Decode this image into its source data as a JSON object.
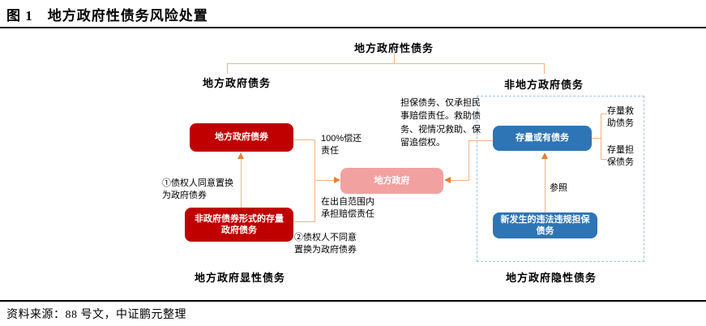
{
  "figure": {
    "title": "图 1　地方政府性债务风险处置",
    "source": "资料来源：88 号文，中证鹏元整理"
  },
  "colors": {
    "box_red": "#C00000",
    "box_pink": "#F2A1A1",
    "box_blue": "#2E75B6",
    "connector_line": "#F4B183",
    "arrowhead": "#ED7D31",
    "dashed_border": "#9CC2E5"
  },
  "diagram": {
    "root_label": "地方政府性债务",
    "left_branch_label": "地方政府债务",
    "right_branch_label": "非地方政府债务",
    "left_footer_label": "地方政府显性债务",
    "right_footer_label": "地方政府隐性债务",
    "boxes": {
      "gov_bond": "地方政府债券",
      "non_bond_stock": "非政府债券形式的存量\n政府债务",
      "local_gov": "地方政府",
      "stock_contingent": "存量或有债务",
      "new_illegal_guarantee": "新发生的违法违规担保\n债务"
    },
    "annotations": {
      "swap_agree": "①债权人同意置换\n为政府债券",
      "swap_disagree": "②债权人不同意\n置换为政府债券",
      "full_repayment": "100%偿还\n责任",
      "compensation_scope": "在出自范围内\n承担赔偿责任",
      "guarantee_note": "担保债务、仅承担民\n事赔偿责任。救助债\n务、视情况救助、保\n留追偿权。",
      "reference": "参照",
      "stock_rescue": "存量救\n助债务",
      "stock_guarantee": "存量担\n保债务"
    }
  }
}
